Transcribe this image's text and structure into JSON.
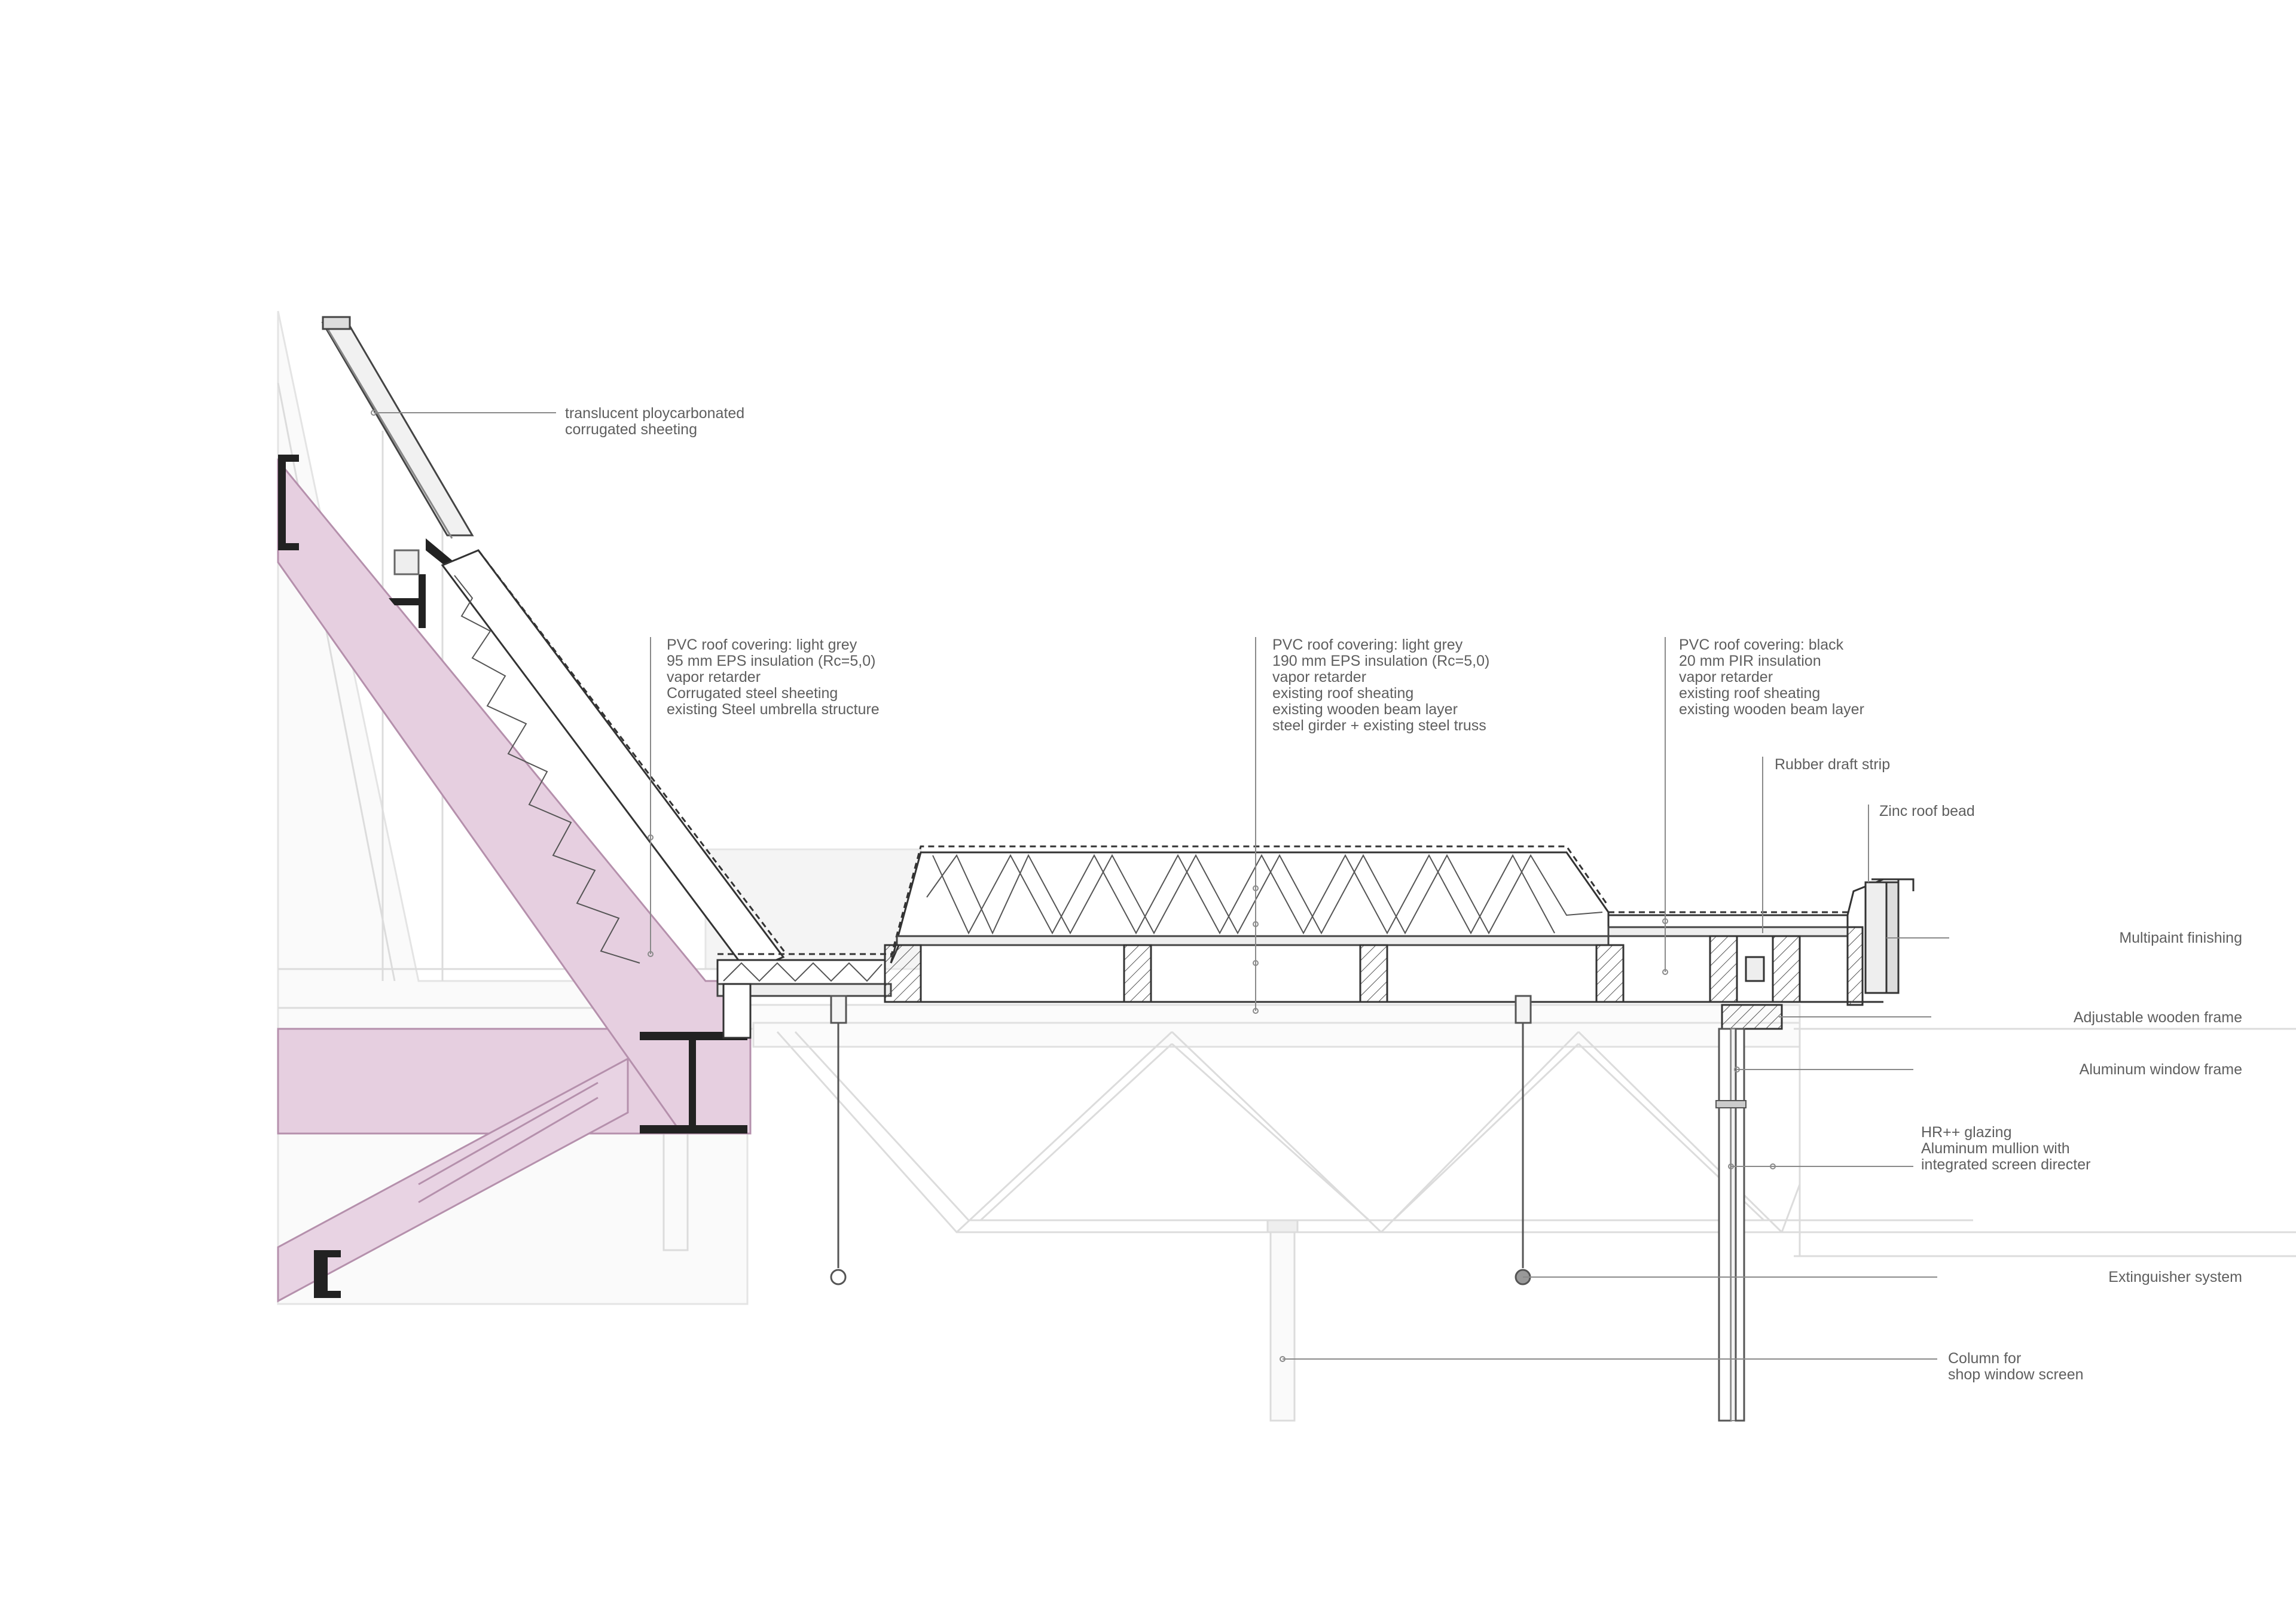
{
  "colors": {
    "structure_pink": "#e6cfe0",
    "structure_stroke": "#b590ac",
    "line": "#333333",
    "faint": "#d2d2d2",
    "text": "#5e5e5e",
    "leader": "#8a8a8a"
  },
  "annotations": {
    "sheeting": [
      "translucent ploycarbonated",
      "corrugated sheeting"
    ],
    "roof_a": [
      "PVC roof covering: light grey",
      "95 mm EPS insulation (Rc=5,0)",
      "vapor retarder",
      "Corrugated steel sheeting",
      "existing Steel umbrella structure"
    ],
    "roof_b": [
      "PVC roof covering: light grey",
      "190 mm EPS insulation (Rc=5,0)",
      "vapor retarder",
      "existing roof sheating",
      "existing wooden beam layer",
      "steel girder + existing steel truss"
    ],
    "roof_c": [
      "PVC roof covering: black",
      "20 mm PIR insulation",
      "vapor retarder",
      "existing roof sheating",
      "existing wooden beam layer"
    ],
    "rubber_strip": "Rubber draft strip",
    "zinc_bead": "Zinc roof bead",
    "multipaint": "Multipaint finishing",
    "wooden_frame": "Adjustable wooden frame",
    "alu_frame": "Aluminum window frame",
    "glazing": [
      "HR++ glazing",
      "Aluminum mullion with",
      "integrated screen directer"
    ],
    "extinguisher": "Extinguisher system",
    "column": [
      "Column for",
      "shop window screen"
    ]
  }
}
